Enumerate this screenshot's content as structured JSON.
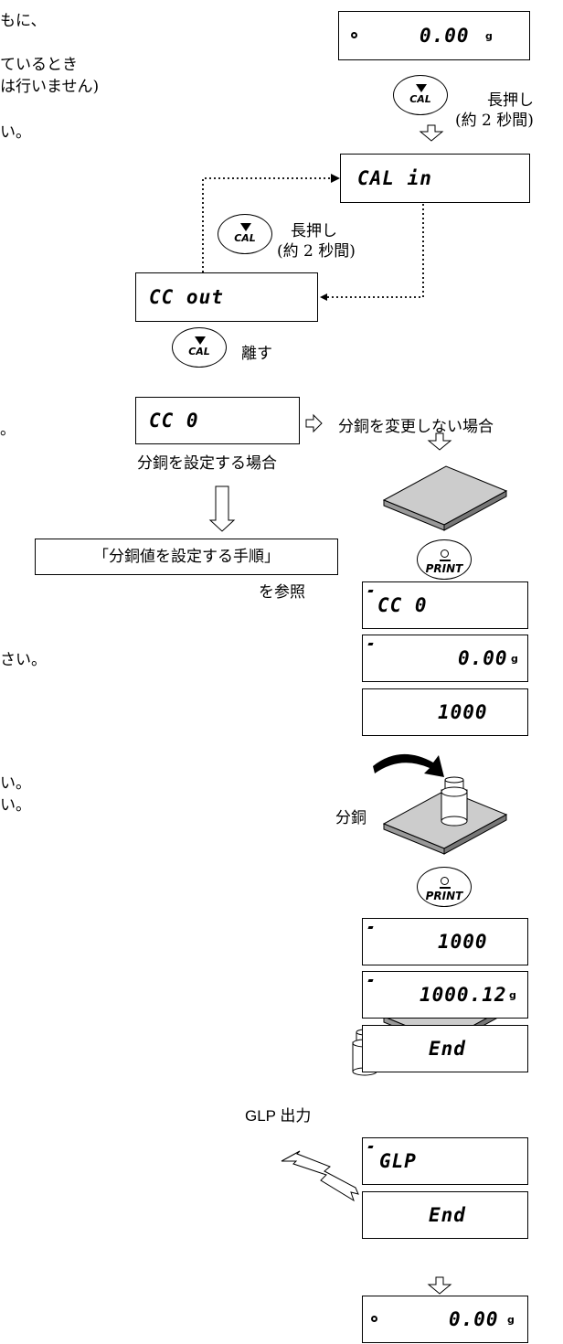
{
  "left_text": {
    "line1": "もに、",
    "line2": "ているとき",
    "line3": "は行いません)",
    "line4": "い。",
    "line5": "。",
    "line6": "さい。",
    "line7": "い。",
    "line8": "い。"
  },
  "displays": {
    "d1": {
      "value": "0.00",
      "unit": "g"
    },
    "d2": {
      "value": "CAL  in"
    },
    "d3": {
      "value": "CC out"
    },
    "d4": {
      "value": "CC   0"
    },
    "d5": {
      "value": "CC   0"
    },
    "d6": {
      "value": "0.00",
      "unit": "g"
    },
    "d7": {
      "value": "1000"
    },
    "d8": {
      "value": "1000"
    },
    "d9": {
      "value": "1000.12",
      "unit": "g"
    },
    "d10": {
      "value": "End"
    },
    "d11": {
      "value": "GLP"
    },
    "d12": {
      "value": "End"
    },
    "d13": {
      "value": "0.00",
      "unit": "g"
    }
  },
  "buttons": {
    "cal": "CAL",
    "print": "PRINT"
  },
  "labels": {
    "long_press": "長押し",
    "about_2s": "(約 2 秒間)",
    "release": "離す",
    "no_change": "分銅を変更しない場合",
    "set_case": "分銅を設定する場合",
    "procedure_box": "「分銅値を設定する手順」",
    "refer": "を参照",
    "weight": "分銅",
    "glp_output": "GLP 出力"
  }
}
